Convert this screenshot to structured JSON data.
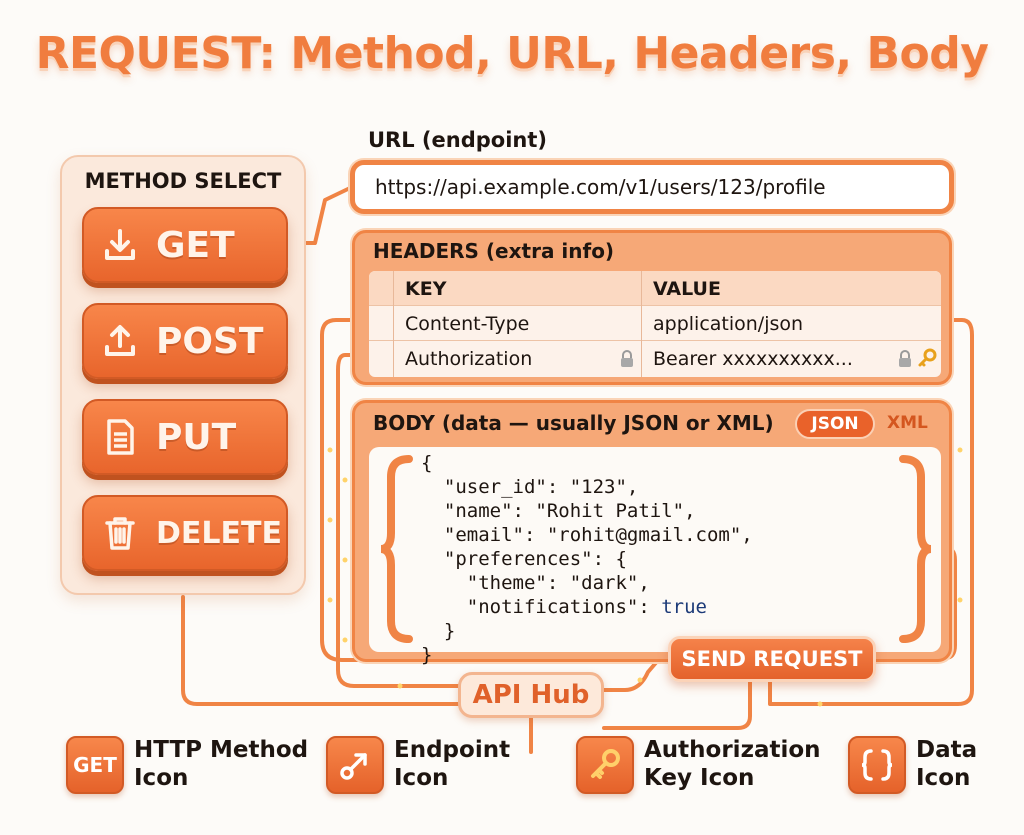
{
  "title": "REQUEST: Method, URL, Headers, Body",
  "method_select": {
    "title": "METHOD SELECT",
    "buttons": [
      {
        "label": "GET",
        "icon": "download-icon"
      },
      {
        "label": "POST",
        "icon": "upload-icon"
      },
      {
        "label": "PUT",
        "icon": "document-icon"
      },
      {
        "label": "DELETE",
        "icon": "trash-icon"
      }
    ]
  },
  "url": {
    "label": "URL (endpoint)",
    "value": "https://api.example.com/v1/users/123/profile"
  },
  "headers": {
    "title": "HEADERS (extra info)",
    "columns": [
      "KEY",
      "VALUE"
    ],
    "rows": [
      {
        "key": "Content-Type",
        "value": "application/json"
      },
      {
        "key": "Authorization",
        "value": "Bearer xxxxxxxxxx..."
      }
    ]
  },
  "body": {
    "title": "BODY (data — usually JSON or XML)",
    "format_selected": "JSON",
    "format_other": "XML",
    "code_lines": [
      "{",
      "  \"user_id\": \"123\",",
      "  \"name\": \"Rohit Patil\",",
      "  \"email\": \"rohit@gmail.com\",",
      "  \"preferences\": {",
      "    \"theme\": \"dark\",",
      "    \"notifications\": ",
      "  }",
      "}"
    ],
    "bool_value": "true"
  },
  "send_button": "SEND REQUEST",
  "hub": "API Hub",
  "legend": [
    {
      "icon_text": "GET",
      "line1": "HTTP Method",
      "line2": "Icon",
      "icon": "get-badge-icon"
    },
    {
      "icon_text": "",
      "line1": "Endpoint",
      "line2": "Icon",
      "icon": "endpoint-arrow-icon"
    },
    {
      "icon_text": "",
      "line1": "Authorization",
      "line2": "Key Icon",
      "icon": "key-icon"
    },
    {
      "icon_text": "",
      "line1": "Data",
      "line2": "Icon",
      "icon": "braces-icon"
    }
  ],
  "colors": {
    "accent": "#f08445",
    "button": "#e8652c",
    "title": "#f07d3f",
    "background": "#fdfbf8"
  }
}
